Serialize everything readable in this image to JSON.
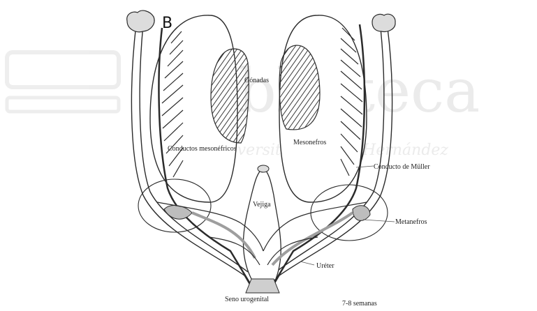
{
  "panel_letter": "B",
  "labels": {
    "gonadas": "Gónadas",
    "conductos_mesonefricos": "Conductos mesonéfricos",
    "mesonefros_top": "Mesonefros",
    "conducto_muller": "Conducto de Müller",
    "vejiga": "Vejiga",
    "metanefros": "Metanefros",
    "ureter": "Uréter",
    "seno_urogenital": "Seno urogenital",
    "edad": "7-8 semanas"
  },
  "watermark": {
    "title": "Biblioteca",
    "subtitle": "Universitas Miguel Hernández"
  },
  "colors": {
    "line": "#2b2b2b",
    "hatch": "#3a3a3a",
    "gray_fill": "#bdbdbd",
    "watermark": "#e6e6e6"
  }
}
